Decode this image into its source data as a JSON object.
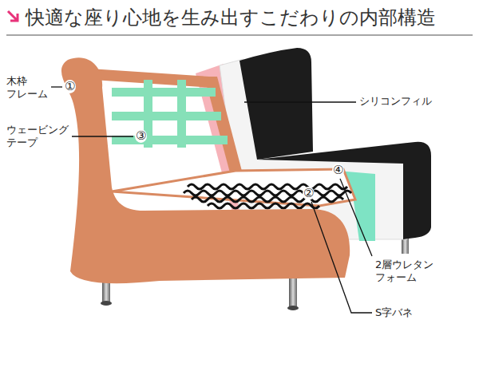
{
  "diagram": {
    "title": "快適な座り心地を生み出すこだわりの内部構造",
    "labels": [
      "木枠 フレーム",
      "①",
      "ウェービング テープ",
      "③",
      "シリコンフィル",
      "④",
      "②",
      "2層ウレタン フォーム",
      "S字バネ"
    ]
  }
}
